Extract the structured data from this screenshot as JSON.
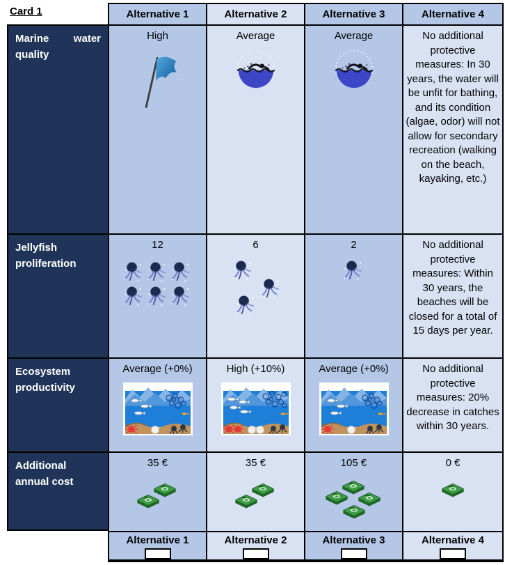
{
  "card_title": "Card 1",
  "header": {
    "columns": [
      "Alternative 1",
      "Alternative 2",
      "Alternative 3",
      "Alternative 4"
    ]
  },
  "rows": [
    {
      "label": "Marine water quality",
      "cells": [
        {
          "value": "High",
          "icon": "blue-flag-icon"
        },
        {
          "value": "Average",
          "icon": "swimmer-in-sea-icon"
        },
        {
          "value": "Average",
          "icon": "swimmer-in-sea-icon"
        },
        {
          "text": "No additional protective measures: In 30 years, the water will be unfit for bathing, and its condition (algae, odor) will not allow for secondary recreation (walking on the beach, kayaking, etc.)"
        }
      ]
    },
    {
      "label": "Jellyfish proliferation",
      "cells": [
        {
          "value": "12",
          "icon": "jellyfish-icon",
          "icon_count": 6
        },
        {
          "value": "6",
          "icon": "jellyfish-icon",
          "icon_count": 3
        },
        {
          "value": "2",
          "icon": "jellyfish-icon",
          "icon_count": 1
        },
        {
          "text": "No additional protective measures: Within 30 years, the beaches will be closed for a total of 15 days per year."
        }
      ]
    },
    {
      "label": "Ecosystem productivity",
      "cells": [
        {
          "value": "Average (+0%)",
          "icon": "sea-ecosystem-scene-average"
        },
        {
          "value": "High (+10%)",
          "icon": "sea-ecosystem-scene-high"
        },
        {
          "value": "Average (+0%)",
          "icon": "sea-ecosystem-scene-average"
        },
        {
          "text": "No additional protective measures: 20% decrease in catches within 30 years."
        }
      ]
    },
    {
      "label": "Additional annual cost",
      "cells": [
        {
          "value": "35 €",
          "icon": "money-stack-icon",
          "icon_count": 2
        },
        {
          "value": "35 €",
          "icon": "money-stack-icon",
          "icon_count": 2
        },
        {
          "value": "105 €",
          "icon": "money-stack-icon",
          "icon_count": 4
        },
        {
          "value": "0 €",
          "icon": "money-stack-icon",
          "icon_count": 1
        }
      ]
    }
  ],
  "footer": {
    "options": [
      {
        "label": "Alternative 1"
      },
      {
        "label": "Alternative 2"
      },
      {
        "label": "Alternative 3"
      },
      {
        "label": "Alternative 4"
      }
    ]
  },
  "colors": {
    "navy_label": "#1F3458",
    "medium_blue_cell": "#B4C7E7",
    "light_blue_cell": "#D9E2F3",
    "border": "#000000",
    "flag_blue": "#1B72B8",
    "sea_water_indigo": "#3E46C8",
    "money_green": "#3E9E47"
  }
}
